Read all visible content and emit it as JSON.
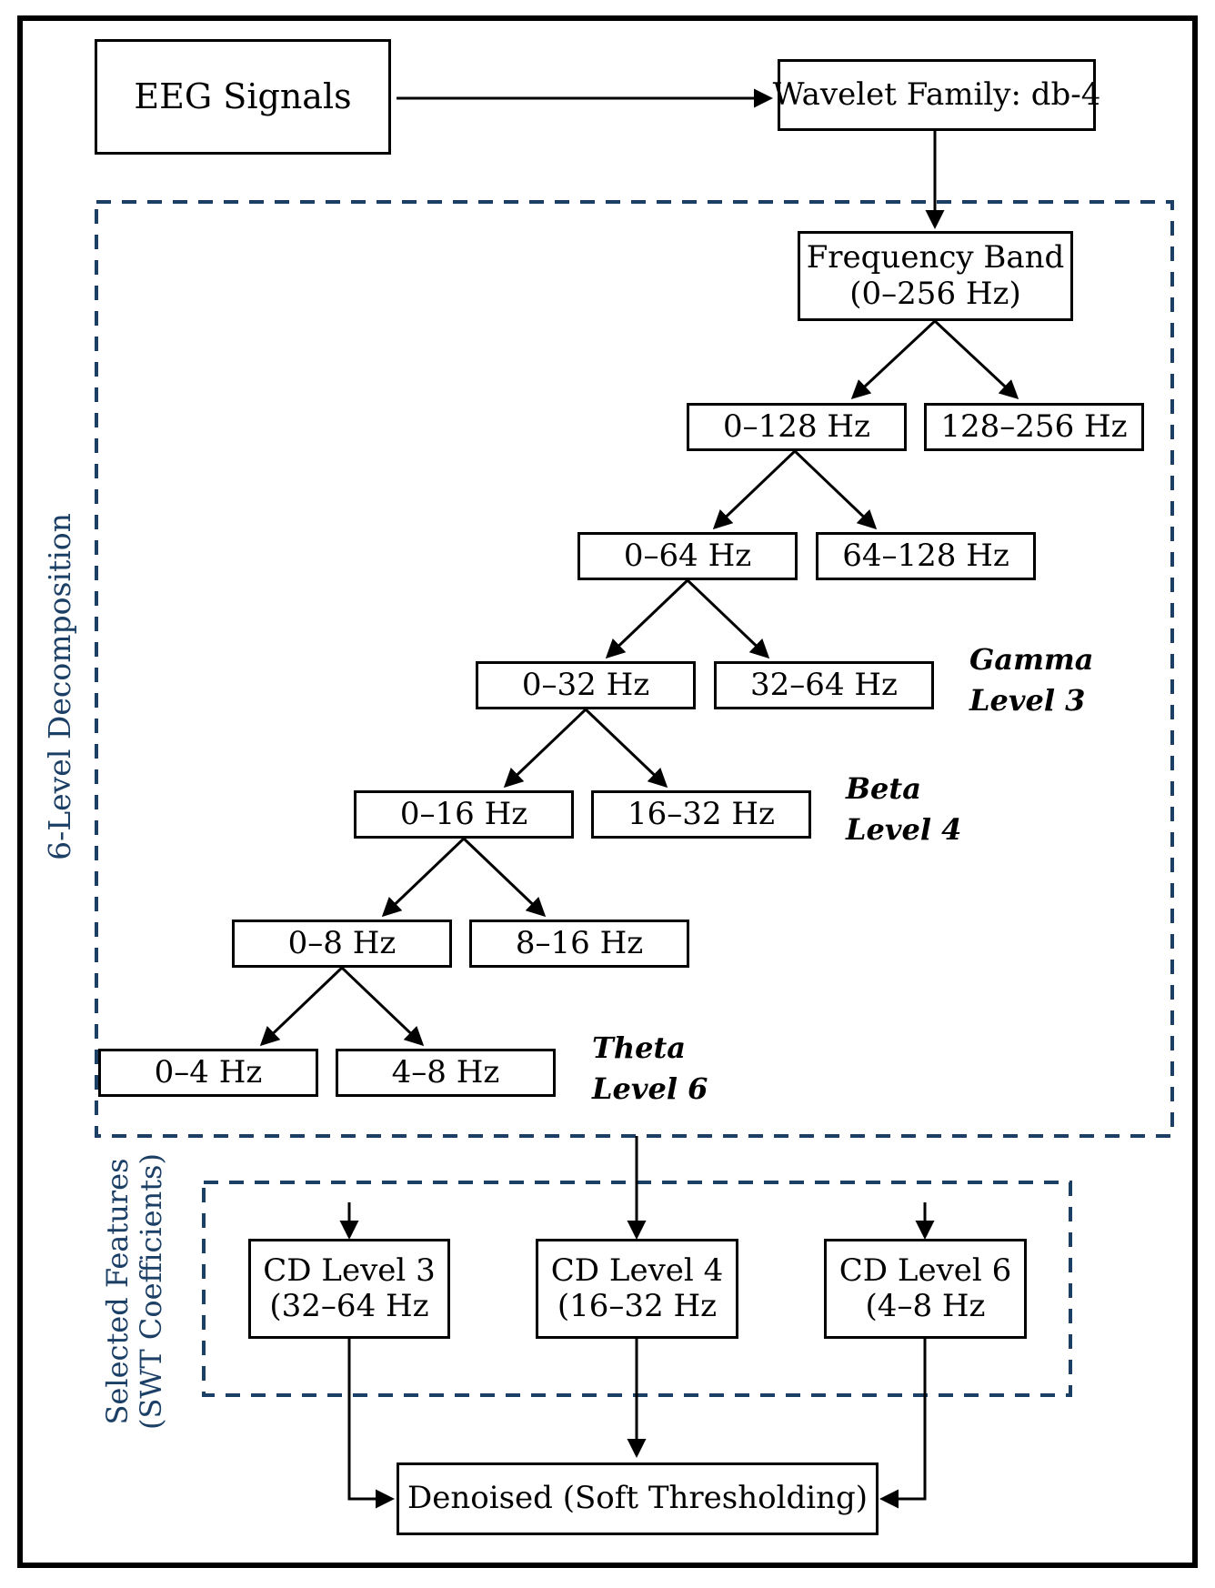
{
  "source": {
    "label": "EEG Signals"
  },
  "wavelet": {
    "label": "Wavelet Family: db-4"
  },
  "root_band": {
    "line1": "Frequency Band",
    "line2": "(0–256 Hz)"
  },
  "levels": [
    {
      "low": "0–128 Hz",
      "high": "128–256 Hz"
    },
    {
      "low": "0–64 Hz",
      "high": "64–128 Hz"
    },
    {
      "low": "0–32 Hz",
      "high": "32–64 Hz",
      "band_name": "Gamma",
      "level_name": "Level 3"
    },
    {
      "low": "0–16 Hz",
      "high": "16–32 Hz",
      "band_name": "Beta",
      "level_name": "Level 4"
    },
    {
      "low": "0–8 Hz",
      "high": "8–16 Hz"
    },
    {
      "low": "0–4 Hz",
      "high": "4–8 Hz",
      "band_name": "Theta",
      "level_name": "Level 6"
    }
  ],
  "decomposition_group": {
    "label": "6-Level Decomposition"
  },
  "features_group": {
    "line1": "Selected Features",
    "line2": "(SWT Coefficients)"
  },
  "features": [
    {
      "line1": "CD Level 3",
      "line2": "(32–64 Hz"
    },
    {
      "line1": "CD Level 4",
      "line2": "(16–32 Hz"
    },
    {
      "line1": "CD Level 6",
      "line2": "(4–8 Hz"
    }
  ],
  "output": {
    "label": "Denoised (Soft Thresholding)"
  },
  "colors": {
    "stroke": "#000000",
    "group_border": "#1c3f66"
  }
}
